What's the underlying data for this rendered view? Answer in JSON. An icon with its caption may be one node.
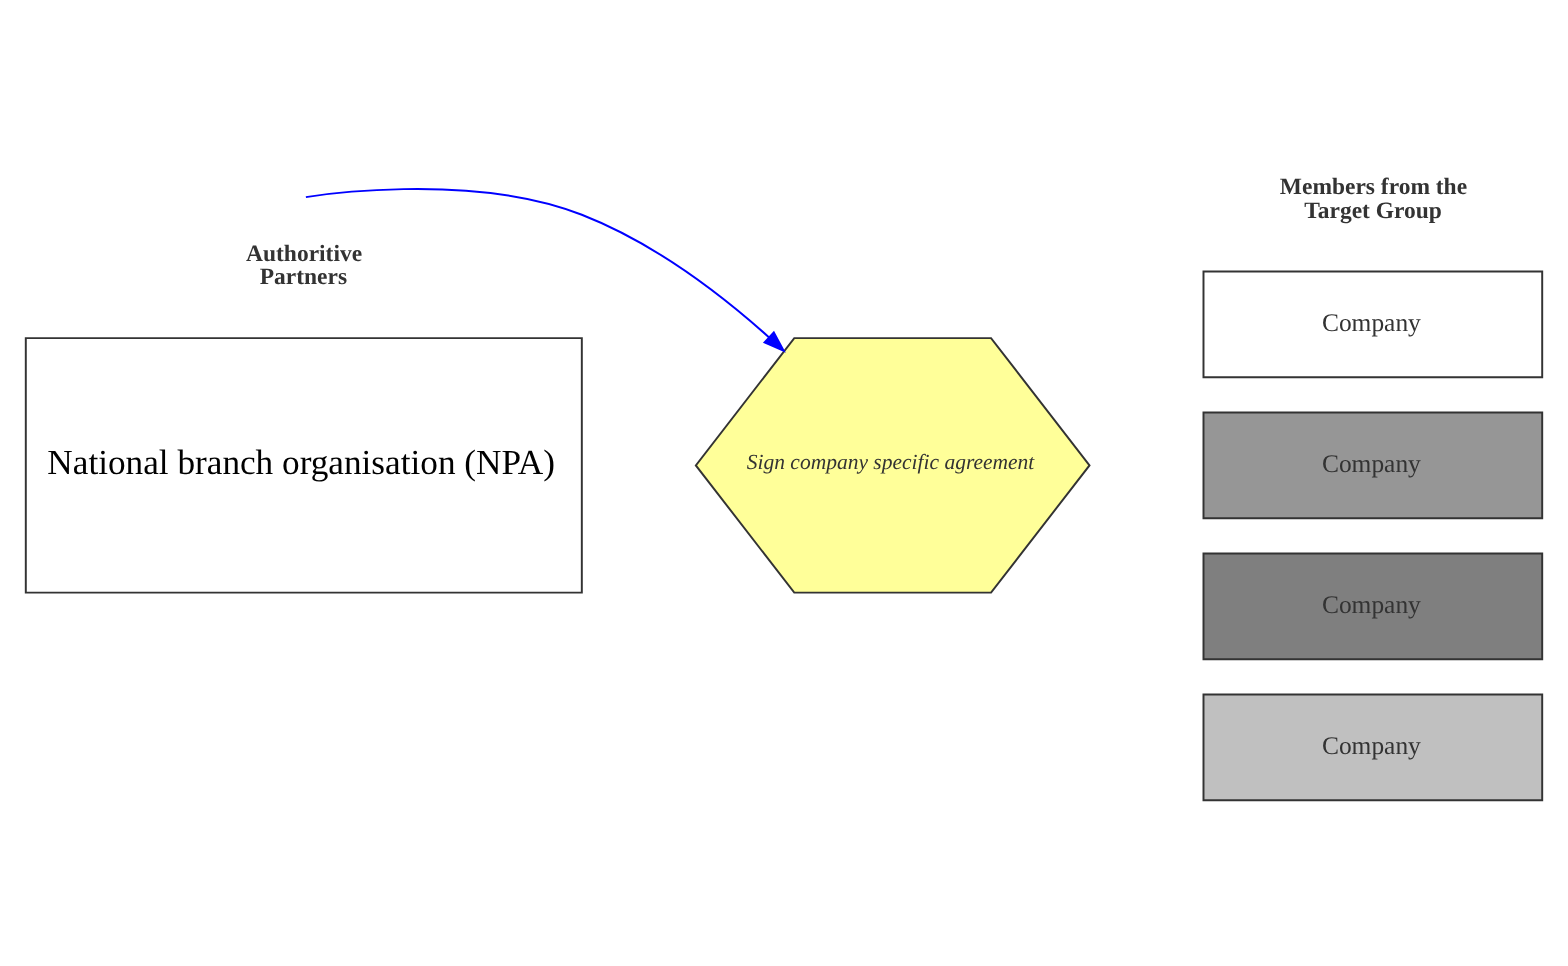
{
  "diagram": {
    "nodes": [
      {
        "text": [
          "National branch organisation (NPA)"
        ]
      },
      {
        "text": [
          "Sign company specific agreement"
        ]
      },
      {
        "text": [
          "Company"
        ]
      },
      {
        "text": [
          "Company"
        ]
      },
      {
        "text": [
          "Company"
        ]
      },
      {
        "text": [
          "Company"
        ]
      }
    ],
    "edges": [
      {
        "from": null,
        "to": 1,
        "arrow": "to",
        "color": "#0000ff"
      }
    ],
    "labels": [
      "Authoritive Partners",
      "Members from the Target Group"
    ]
  }
}
